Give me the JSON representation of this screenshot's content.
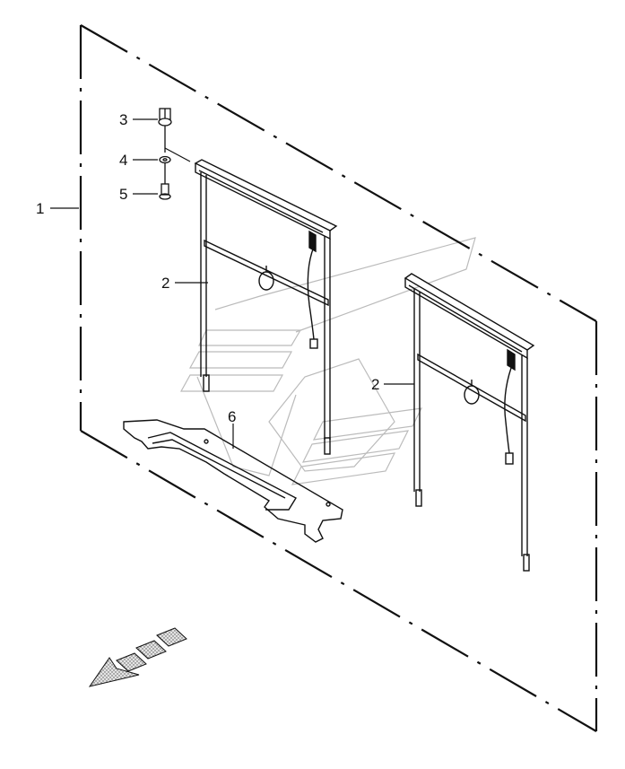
{
  "diagram": {
    "callouts": {
      "c1": "1",
      "c2a": "2",
      "c2b": "2",
      "c3": "3",
      "c4": "4",
      "c5": "5",
      "c6": "6"
    }
  },
  "colors": {
    "line": "#111111",
    "watermark": "#bbbbbb",
    "arrow_fill": "#c8c8c8"
  },
  "icons": [
    "direction-arrow-icon"
  ]
}
